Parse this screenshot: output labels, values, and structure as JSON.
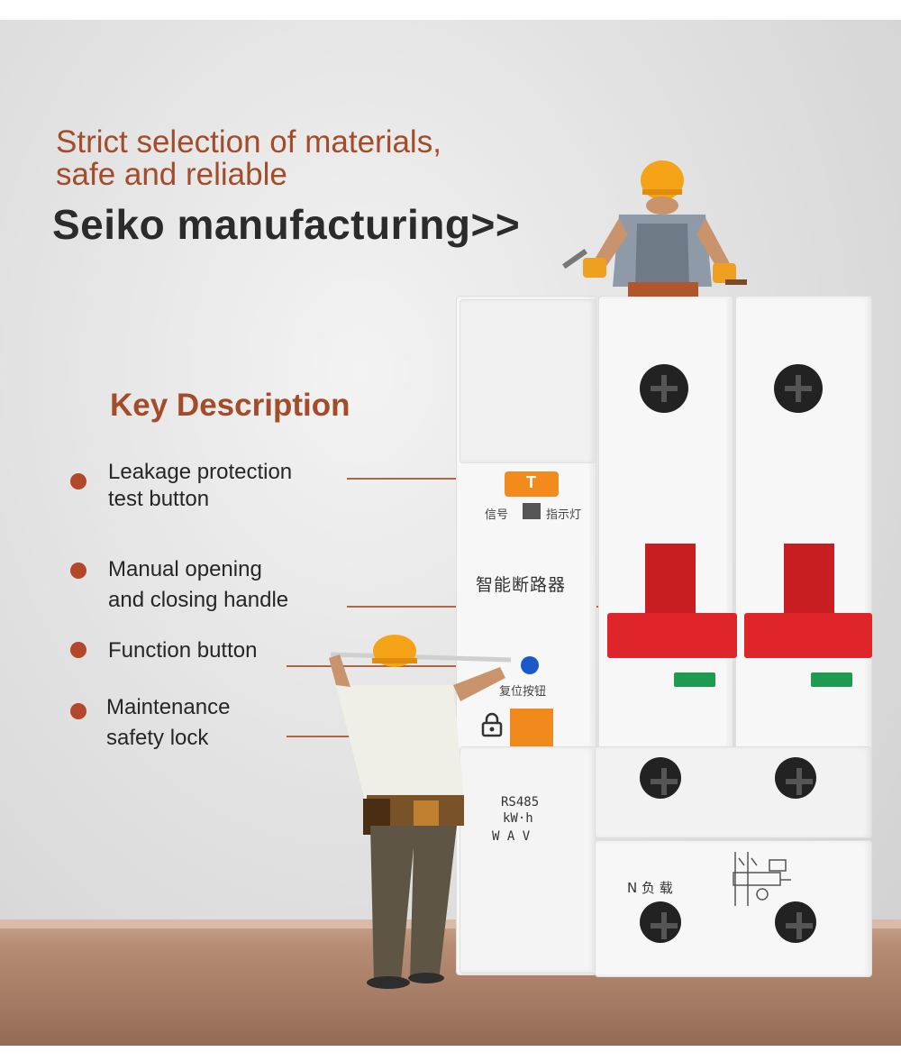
{
  "header": {
    "subtitle": "Strict selection of materials,\nsafe and reliable",
    "title": "Seiko manufacturing>>"
  },
  "key_description": {
    "title": "Key Description",
    "items": [
      {
        "label": "Leakage protection\ntest button"
      },
      {
        "label": "Manual opening\nand closing handle"
      },
      {
        "label": "Function button"
      },
      {
        "label": "Maintenance\nsafety lock"
      }
    ]
  },
  "device": {
    "test_button_glyph": "T",
    "signal_label": "信号",
    "indicator_label": "指示灯",
    "name_label": "智能断路器",
    "reset_label": "复位按钮",
    "meter_protocol": "RS485",
    "meter_unit": "kW·h",
    "meter_modes": "W  A  V",
    "load_label": "N 负 载"
  },
  "colors": {
    "accent": "#a24c2a",
    "heading": "#2b2b2b",
    "handle_red": "#e0252a",
    "test_orange": "#f28a1c",
    "indicator_green": "#1f9b51",
    "function_blue": "#1c58c9"
  }
}
